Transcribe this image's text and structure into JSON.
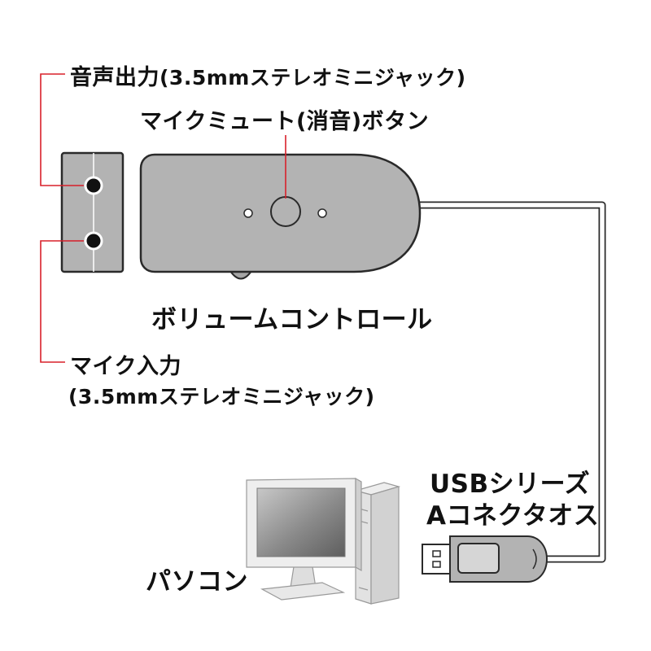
{
  "labels": {
    "audio_out": "音声出力",
    "audio_out_detail": "(3.5mmステレオミニジャック)",
    "mic_mute": "マイクミュート(消音)ボタン",
    "volume": "ボリュームコントロール",
    "mic_in": "マイク入力",
    "mic_in_detail": "(3.5mmステレオミニジャック)",
    "usb_line1": "USBシリーズ",
    "usb_line2": "Aコネクタオス",
    "pc": "パソコン"
  },
  "colors": {
    "leader_line": "#d8202a",
    "device_body": "#b3b3b3",
    "outline": "#2a2a2a"
  }
}
